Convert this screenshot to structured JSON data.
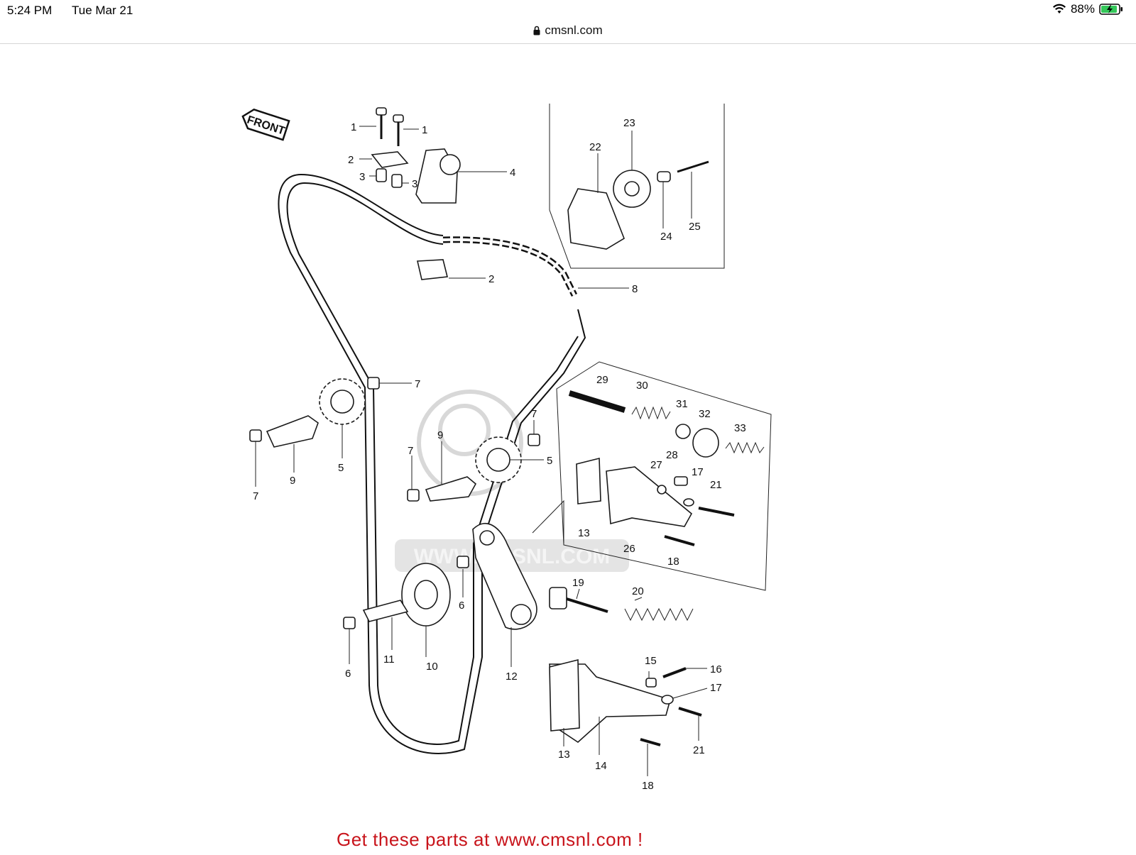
{
  "status_bar": {
    "time": "5:24 PM",
    "date": "Tue Mar 21",
    "battery": "88%",
    "icons": [
      "wifi-icon",
      "battery-charging-icon"
    ]
  },
  "address_bar": {
    "url": "cmsnl.com",
    "icon": "lock-icon"
  },
  "diagram": {
    "front_badge": "FRONT",
    "watermark": "WWW.CMSNL.COM",
    "part_labels": [
      "1",
      "1",
      "2",
      "3",
      "3",
      "4",
      "22",
      "23",
      "24",
      "25",
      "2",
      "8",
      "7",
      "7",
      "9",
      "5",
      "7",
      "9",
      "7",
      "5",
      "29",
      "30",
      "31",
      "32",
      "33",
      "28",
      "27",
      "17",
      "21",
      "13",
      "26",
      "18",
      "19",
      "20",
      "6",
      "11",
      "10",
      "12",
      "6",
      "15",
      "16",
      "17",
      "21",
      "13",
      "14",
      "18"
    ]
  },
  "footer": {
    "cta": "Get these parts at www.cmsnl.com !"
  }
}
